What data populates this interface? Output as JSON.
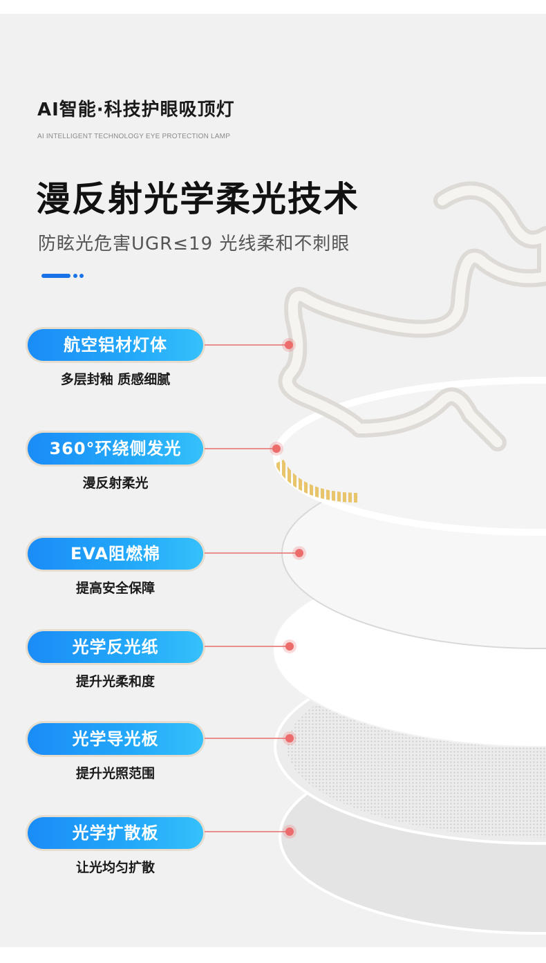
{
  "brand": {
    "title": "AI智能·科技护眼吸顶灯",
    "subtitle": "AI INTELLIGENT TECHNOLOGY EYE PROTECTION LAMP"
  },
  "headline": "漫反射光学柔光技术",
  "subheadline": "防眩光危害UGR≤19 光线柔和不刺眼",
  "colors": {
    "accent": "#1a72e8",
    "pill_start": "#1a8cf7",
    "pill_end": "#36c0fb",
    "leader": "#e98d8d"
  },
  "layers": [
    {
      "label": "航空铝材灯体",
      "caption": "多层封釉 质感细腻"
    },
    {
      "label": "360°环绕侧发光",
      "caption": "漫反射柔光"
    },
    {
      "label": "EVA阻燃棉",
      "caption": "提高安全保障"
    },
    {
      "label": "光学反光纸",
      "caption": "提升光柔和度"
    },
    {
      "label": "光学导光板",
      "caption": "提升光照范围"
    },
    {
      "label": "光学扩散板",
      "caption": "让光均匀扩散"
    }
  ]
}
